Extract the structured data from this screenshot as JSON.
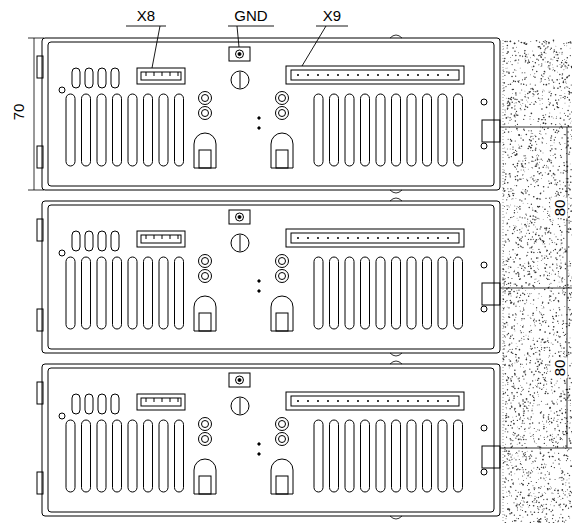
{
  "diagram": {
    "labels": [
      "X8",
      "GND",
      "X9",
      "70",
      "80",
      "80"
    ]
  }
}
